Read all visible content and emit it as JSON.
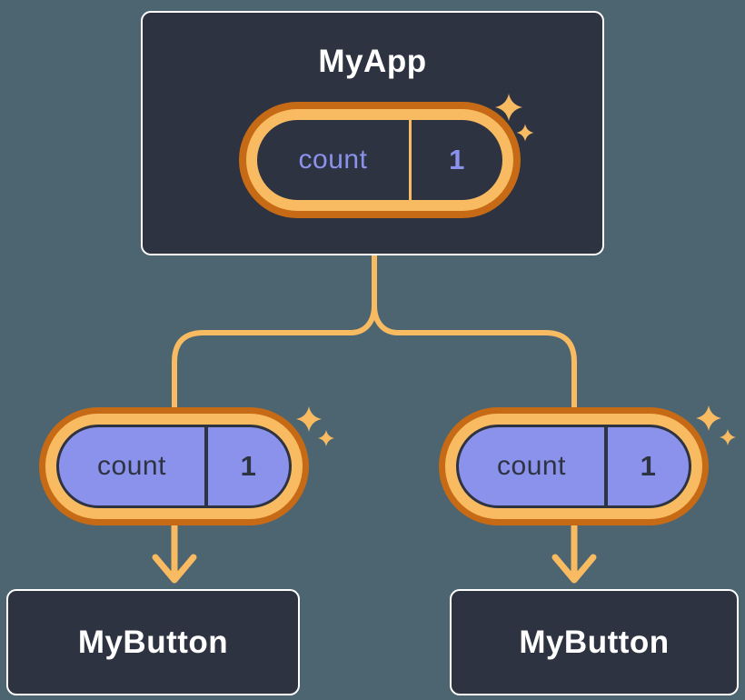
{
  "diagram": {
    "root": {
      "title": "MyApp",
      "state": {
        "name": "count",
        "value": "1"
      }
    },
    "children": [
      {
        "pill": {
          "name": "count",
          "value": "1"
        },
        "box": {
          "title": "MyButton"
        }
      },
      {
        "pill": {
          "name": "count",
          "value": "1"
        },
        "box": {
          "title": "MyButton"
        }
      }
    ]
  },
  "colors": {
    "background": "#4C6570",
    "card-bg": "#2D3340",
    "card-border": "#FFFFFF",
    "title-text": "#FFFFFF",
    "pill-ring-outer": "#C76A15",
    "pill-ring-inner": "#F8BB62",
    "pill-fill-child": "#8B92EC",
    "state-text-root": "#8B92EC",
    "state-text-child": "#2D3340",
    "connector": "#F8BB62"
  }
}
